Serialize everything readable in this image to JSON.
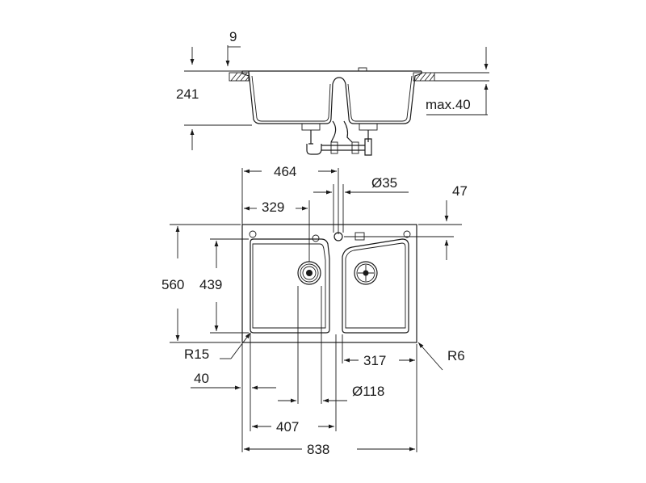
{
  "dimensions": {
    "top_9": "9",
    "top_241": "241",
    "top_max40": "max.40",
    "w_464": "464",
    "dia_35": "Ø35",
    "w_329": "329",
    "h_47": "47",
    "h_560": "560",
    "h_439": "439",
    "r_15": "R15",
    "r_6": "R6",
    "w_317": "317",
    "w_40": "40",
    "dia_118": "Ø118",
    "w_407": "407",
    "w_838": "838"
  },
  "colors": {
    "ink": "#1a1a1a",
    "background": "#ffffff"
  }
}
